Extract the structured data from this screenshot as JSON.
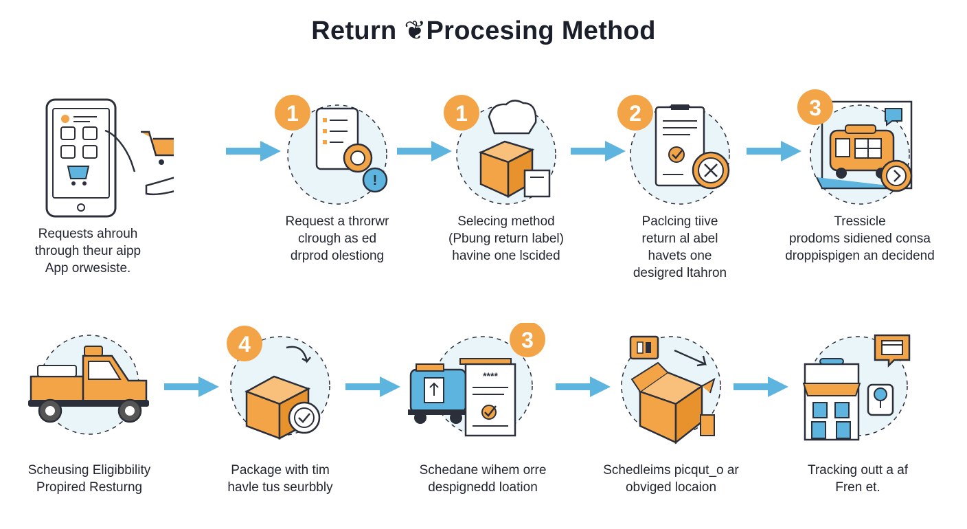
{
  "title": "Return ❦Procesing Method",
  "colors": {
    "orange": "#F2A447",
    "orange_dark": "#E8922E",
    "blue": "#5DB4DE",
    "circle_fill": "#EAF5FA",
    "outline": "#2B2F3A"
  },
  "row1": [
    {
      "icon": "smartphone-cart-icon",
      "badge": "",
      "lines": [
        "Requests ahrouh",
        "through theur aipp",
        "App orwesiste."
      ]
    },
    {
      "icon": "checklist-clipboard-icon",
      "badge": "1",
      "lines": [
        "Request a throrwr",
        "clrough as ed",
        "drprod olestiong"
      ]
    },
    {
      "icon": "box-label-icon",
      "badge": "1",
      "lines": [
        "Selecing method",
        "(Pbung return label)",
        "havine one lscided"
      ]
    },
    {
      "icon": "document-cancel-icon",
      "badge": "2",
      "lines": [
        "Paclcing tiive",
        "return al abel",
        "havets one",
        "desigred ltahron"
      ]
    },
    {
      "icon": "delivery-van-icon",
      "badge": "3",
      "lines": [
        "Tressicle",
        "prodoms sidiened consa",
        "droppispigen an decidend"
      ]
    }
  ],
  "row2": [
    {
      "icon": "pickup-truck-icon",
      "badge": "",
      "lines": [
        "Scheusing Eligibbility",
        "Propired Resturng"
      ]
    },
    {
      "icon": "package-check-icon",
      "badge": "4",
      "lines": [
        "Package with tim",
        "havle tus seurbbly"
      ]
    },
    {
      "icon": "forklift-document-icon",
      "badge": "3",
      "lines": [
        "Schedane wihem orre",
        "despignedd loation"
      ]
    },
    {
      "icon": "open-box-icon",
      "badge": "",
      "lines": [
        "Schedleims picqut_o ar",
        "obviged locaion"
      ]
    },
    {
      "icon": "store-location-icon",
      "badge": "",
      "lines": [
        "Tracking outt a af",
        "Fren et."
      ]
    }
  ],
  "doc_stars": "****"
}
